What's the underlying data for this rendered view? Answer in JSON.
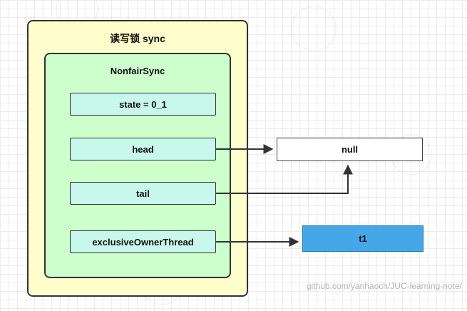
{
  "diagram": {
    "outer_title": "读写锁 sync",
    "inner_title": "NonfairSync",
    "fields": [
      {
        "label": "state = 0_1"
      },
      {
        "label": "head"
      },
      {
        "label": "tail"
      },
      {
        "label": "exclusiveOwnerThread"
      }
    ],
    "null_node_label": "null",
    "thread_node_label": "t1",
    "watermark": "github.com/yanhaoch/JUC-learning-note/"
  },
  "colors": {
    "outer_box_bg": "#ffffce",
    "inner_box_bg": "#ccffcc",
    "field_bg": "#c8f7ec",
    "null_bg": "#ffffff",
    "thread_bg": "#45a7e8",
    "border": "#333333",
    "grid_line": "#ebebeb",
    "watermark_text": "#b3b3b3"
  }
}
